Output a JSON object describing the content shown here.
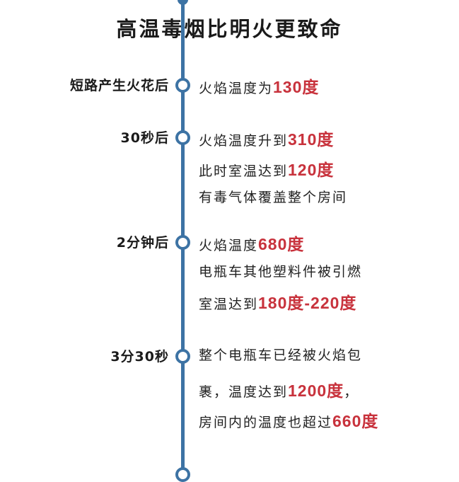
{
  "title": "高温毒烟比明火更致命",
  "colors": {
    "timeline": "#3d73a4",
    "highlight": "#c8323c",
    "text": "#222222"
  },
  "stages": [
    {
      "label": "短路产生火花后",
      "lines": [
        [
          "火焰温度为",
          "130度",
          ""
        ]
      ]
    },
    {
      "label": "30秒后",
      "lines": [
        [
          "火焰温度升到",
          "310度",
          ""
        ],
        [
          "此时室温达到",
          "120度",
          ""
        ],
        [
          "有毒气体覆盖整个房间",
          "",
          ""
        ]
      ]
    },
    {
      "label": "2分钟后",
      "lines": [
        [
          "火焰温度",
          "680度",
          ""
        ],
        [
          "电瓶车其他塑料件被引燃",
          "",
          ""
        ],
        [
          "室温达到",
          "180度-220度",
          ""
        ]
      ]
    },
    {
      "label": "3分30秒",
      "lines": [
        [
          "整个电瓶车已经被火焰包",
          "",
          ""
        ],
        [
          "裹，温度达到",
          "1200度",
          "，"
        ],
        [
          "房间内的温度也超过",
          "660度",
          ""
        ]
      ]
    }
  ]
}
